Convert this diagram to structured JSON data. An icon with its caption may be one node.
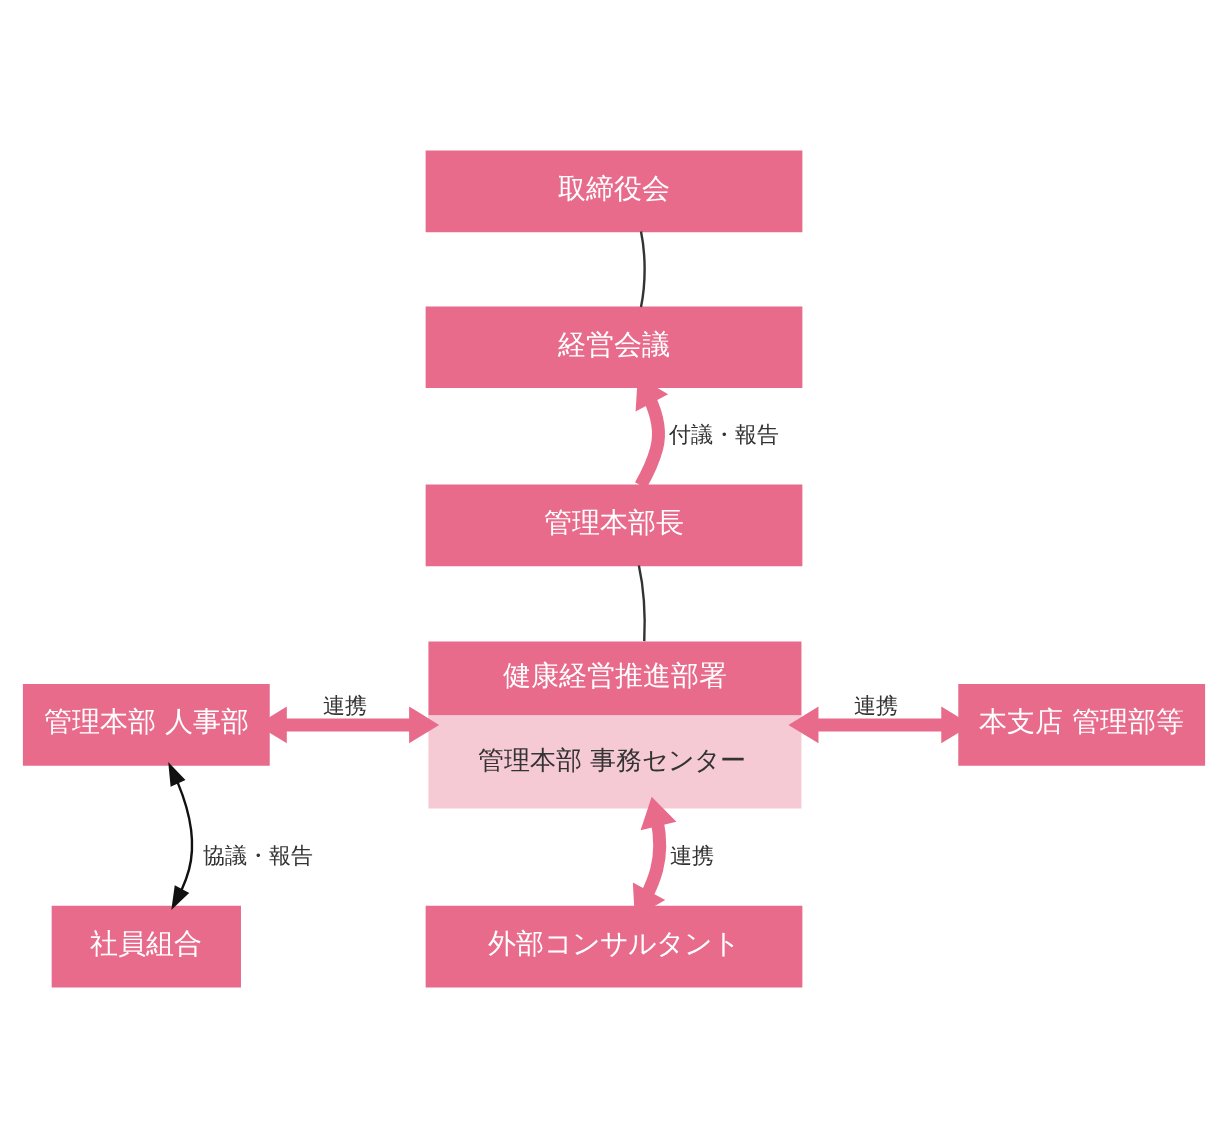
{
  "diagram": {
    "nodes": [
      {
        "text": [
          "取締役会"
        ]
      },
      {
        "text": [
          "経営会議"
        ]
      },
      {
        "text": [
          "管理本部長"
        ]
      },
      {
        "text": [
          "健康経営推進部署",
          "管理本部 事務センター"
        ]
      },
      {
        "text": [
          "管理本部 人事部"
        ]
      },
      {
        "text": [
          "本支店 管理部等"
        ]
      },
      {
        "text": [
          "社員組合"
        ]
      },
      {
        "text": [
          "外部コンサルタント"
        ]
      }
    ],
    "edges": [
      {
        "from": 0,
        "to": 1,
        "arrow": "none",
        "color": "#333333"
      },
      {
        "from": 2,
        "to": 1,
        "arrow": "to",
        "label": "付議・報告"
      },
      {
        "from": 2,
        "to": 3,
        "arrow": "none",
        "color": "#333333"
      },
      {
        "from": 4,
        "to": 3,
        "arrow": "both",
        "label": "連携"
      },
      {
        "from": 3,
        "to": 5,
        "arrow": "both",
        "label": "連携"
      },
      {
        "from": 4,
        "to": 6,
        "arrow": "both",
        "label": "協議・報告",
        "color": "#111111"
      },
      {
        "from": 3,
        "to": 7,
        "arrow": "both",
        "label": "連携"
      }
    ]
  }
}
